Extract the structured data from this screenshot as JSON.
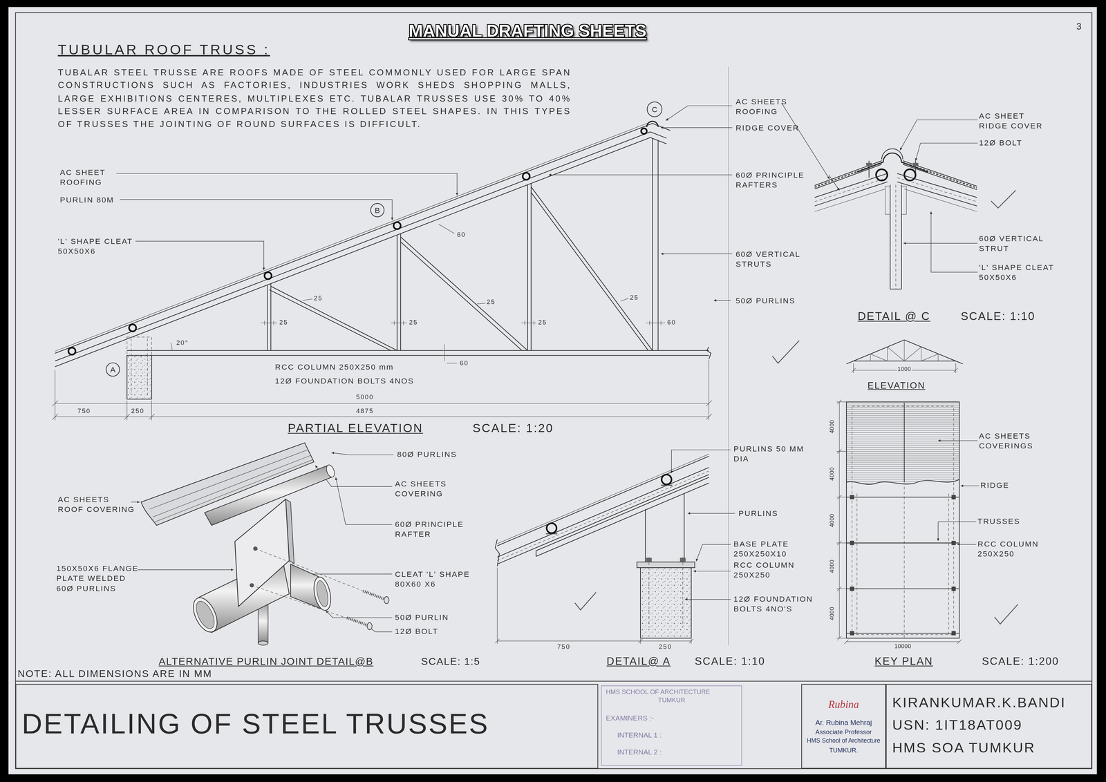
{
  "diagram": {
    "title": "MANUAL DRAFTING SHEETS",
    "nodes": [
      {
        "text": [
          "C"
        ]
      },
      {
        "text": [
          "B"
        ]
      },
      {
        "text": [
          "A"
        ]
      },
      {
        "text": [
          "DETAILING OF STEEL TRUSSES"
        ]
      },
      {
        "text": [
          "HMS SCHOOL OF ARCHITECTURE",
          "TUMKUR",
          "EXAMINERS :-",
          "INTERNAL 1 :",
          "INTERNAL 2 :"
        ]
      },
      {
        "text": [
          "Rubina",
          "Ar. Rubina Mehraj",
          "Associate Professor",
          "HMS School of Architecture",
          "TUMKUR."
        ]
      },
      {
        "text": [
          "KIRANKUMAR.K.BANDI",
          "USN: 1IT18AT009",
          "HMS SOA TUMKUR"
        ]
      }
    ],
    "labels": [
      "TUBULAR ROOF TRUSS :",
      "TUBALAR STEEL TRUSSE ARE ROOFS MADE OF STEEL COMMONLY USED FOR LARGE SPAN CONSTRUCTIONS SUCH AS FACTORIES, INDUSTRIES WORK SHEDS SHOPPING MALLS, LARGE EXHIBITIONS CENTERES, MULTIPLEXES ETC. TUBALAR TRUSSES USE 30% TO 40% LESSER SURFACE AREA IN COMPARISON TO THE ROLLED STEEL SHAPES. IN THIS TYPES OF TRUSSES THE JOINTING OF ROUND SURFACES IS DIFFICULT.",
      "AC SHEET ROOFING",
      "PURLIN 80M",
      "'L' SHAPE CLEAT 50X50X6",
      "60",
      "25",
      "25",
      "25",
      "25",
      "25",
      "25",
      "60",
      "20°",
      "60",
      "RCC COLUMN 250X250 mm",
      "12Ø FOUNDATION BOLTS 4NOS",
      "5000",
      "750",
      "250",
      "4875",
      "PARTIAL ELEVATION",
      "SCALE: 1:20",
      "AC SHEETS ROOFING",
      "RIDGE COVER",
      "60Ø PRINCIPLE RAFTERS",
      "60Ø VERTICAL STRUTS",
      "50Ø PURLINS",
      "AC SHEET RIDGE COVER",
      "12Ø BOLT",
      "60Ø VERTICAL STRUT",
      "'L' SHAPE CLEAT 50X50X6",
      "DETAIL @ C",
      "SCALE: 1:10",
      "1000",
      "ELEVATION",
      "AC SHEETS COVERINGS",
      "RIDGE",
      "TRUSSES",
      "RCC COLUMN 250X250",
      "4000",
      "4000",
      "4000",
      "4000",
      "4000",
      "10000",
      "KEY PLAN",
      "SCALE: 1:200",
      "PURLINS 50 MM DIA",
      "PURLINS",
      "BASE PLATE 250X250X10",
      "RCC COLUMN 250X250",
      "12Ø FOUNDATION BOLTS 4NO'S",
      "750",
      "250",
      "DETAIL@ A",
      "SCALE: 1:10",
      "80Ø PURLINS",
      "AC SHEETS COVERING",
      "60Ø PRINCIPLE RAFTER",
      "CLEAT 'L' SHAPE 80X60 X6",
      "50Ø PURLIN",
      "12Ø BOLT",
      "AC SHEETS ROOF COVERING",
      "150X50X6 FLANGE PLATE WELDED 60Ø PURLINS",
      "ALTERNATIVE PURLIN JOINT DETAIL@B",
      "SCALE: 1:5",
      "NOTE: ALL DIMENSIONS ARE IN MM",
      "3"
    ]
  }
}
